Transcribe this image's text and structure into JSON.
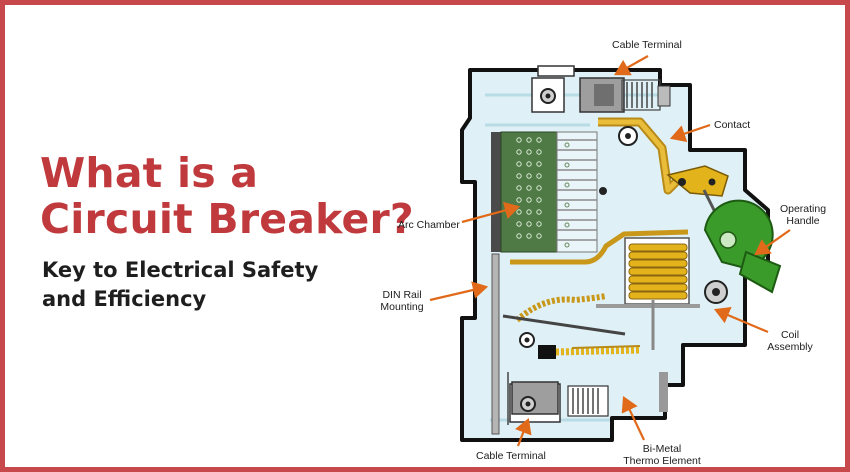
{
  "heading": {
    "title": "What is a Circuit Breaker?",
    "subtitle": "Key to Electrical Safety and Efficiency"
  },
  "diagram": {
    "labels": {
      "cable_terminal_top": "Cable Terminal",
      "contact": "Contact",
      "operating_handle_l1": "Operating",
      "operating_handle_l2": "Handle",
      "arc_chamber": "Arc Chamber",
      "din_rail_l1": "DIN Rail",
      "din_rail_l2": "Mounting",
      "coil_assembly_l1": "Coil",
      "coil_assembly_l2": "Assembly",
      "cable_terminal_bottom": "Cable Terminal",
      "bimetal_l1": "Bi-Metal",
      "bimetal_l2": "Thermo Element"
    }
  },
  "colors": {
    "border": "#c8494b",
    "title": "#c0393c",
    "arrow": "#e06a1a",
    "housing_fill": "#dff1f6",
    "arc_green": "#4f7a45",
    "handle_green": "#3a9a2a",
    "coil_gold": "#e3b31b"
  }
}
